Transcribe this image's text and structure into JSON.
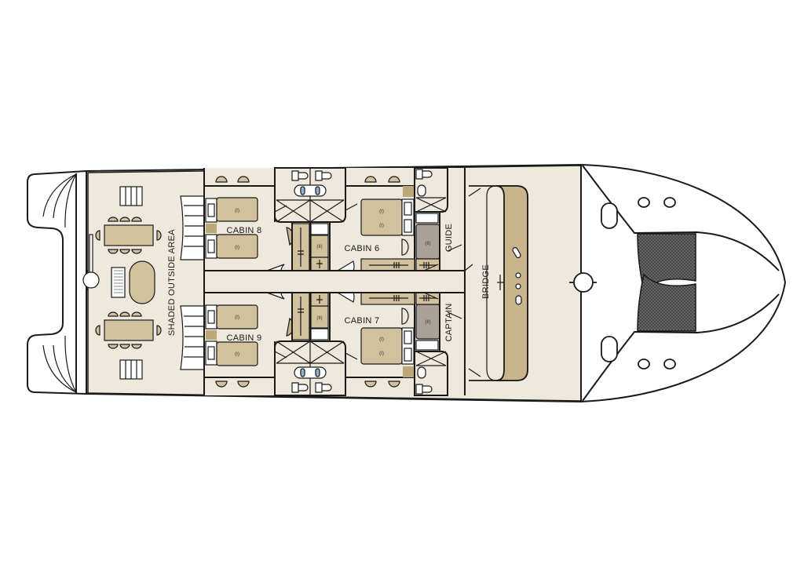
{
  "deck_plan": {
    "areas": {
      "shaded_outside_area": "SHADED OUTSIDE AREA",
      "cabin_8": "CABIN 8",
      "cabin_9": "CABIN 9",
      "cabin_6": "CABIN 6",
      "cabin_7": "CABIN 7",
      "guide": "GUIDE",
      "captain": "CAPTAIN",
      "bridge": "BRIDGE"
    },
    "marks": {
      "bed": "(I)",
      "closet": "(II)"
    },
    "colors": {
      "deck": "#efe8dc",
      "furniture": "#d2c19d",
      "furniture_dark": "#bca878",
      "closet_grey": "#a9a197",
      "net": "#555555",
      "porthole_blue": "#8fb0cf"
    }
  }
}
